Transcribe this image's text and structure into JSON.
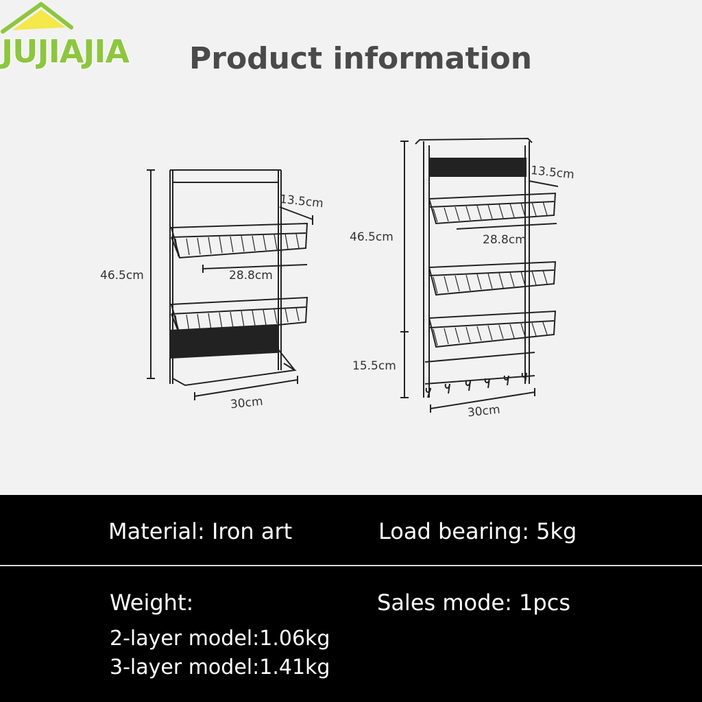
{
  "brand": {
    "name": "JUJIAJIA",
    "color": "#8dc63f"
  },
  "header": {
    "title": "Product information"
  },
  "dimensions": {
    "two_layer": {
      "depth": "13.5cm",
      "width_basket": "28.8cm",
      "height": "46.5cm",
      "width_base": "30cm"
    },
    "three_layer": {
      "depth": "13.5cm",
      "width_basket": "28.8cm",
      "height_upper": "46.5cm",
      "height_lower": "15.5cm",
      "width_base": "30cm"
    }
  },
  "specs": {
    "material": "Material: Iron art",
    "load": "Load bearing: 5kg",
    "weight_label": "Weight:",
    "weight_2": "2-layer model:1.06kg",
    "weight_3": "3-layer model:1.41kg",
    "sales_mode": "Sales mode: 1pcs"
  }
}
